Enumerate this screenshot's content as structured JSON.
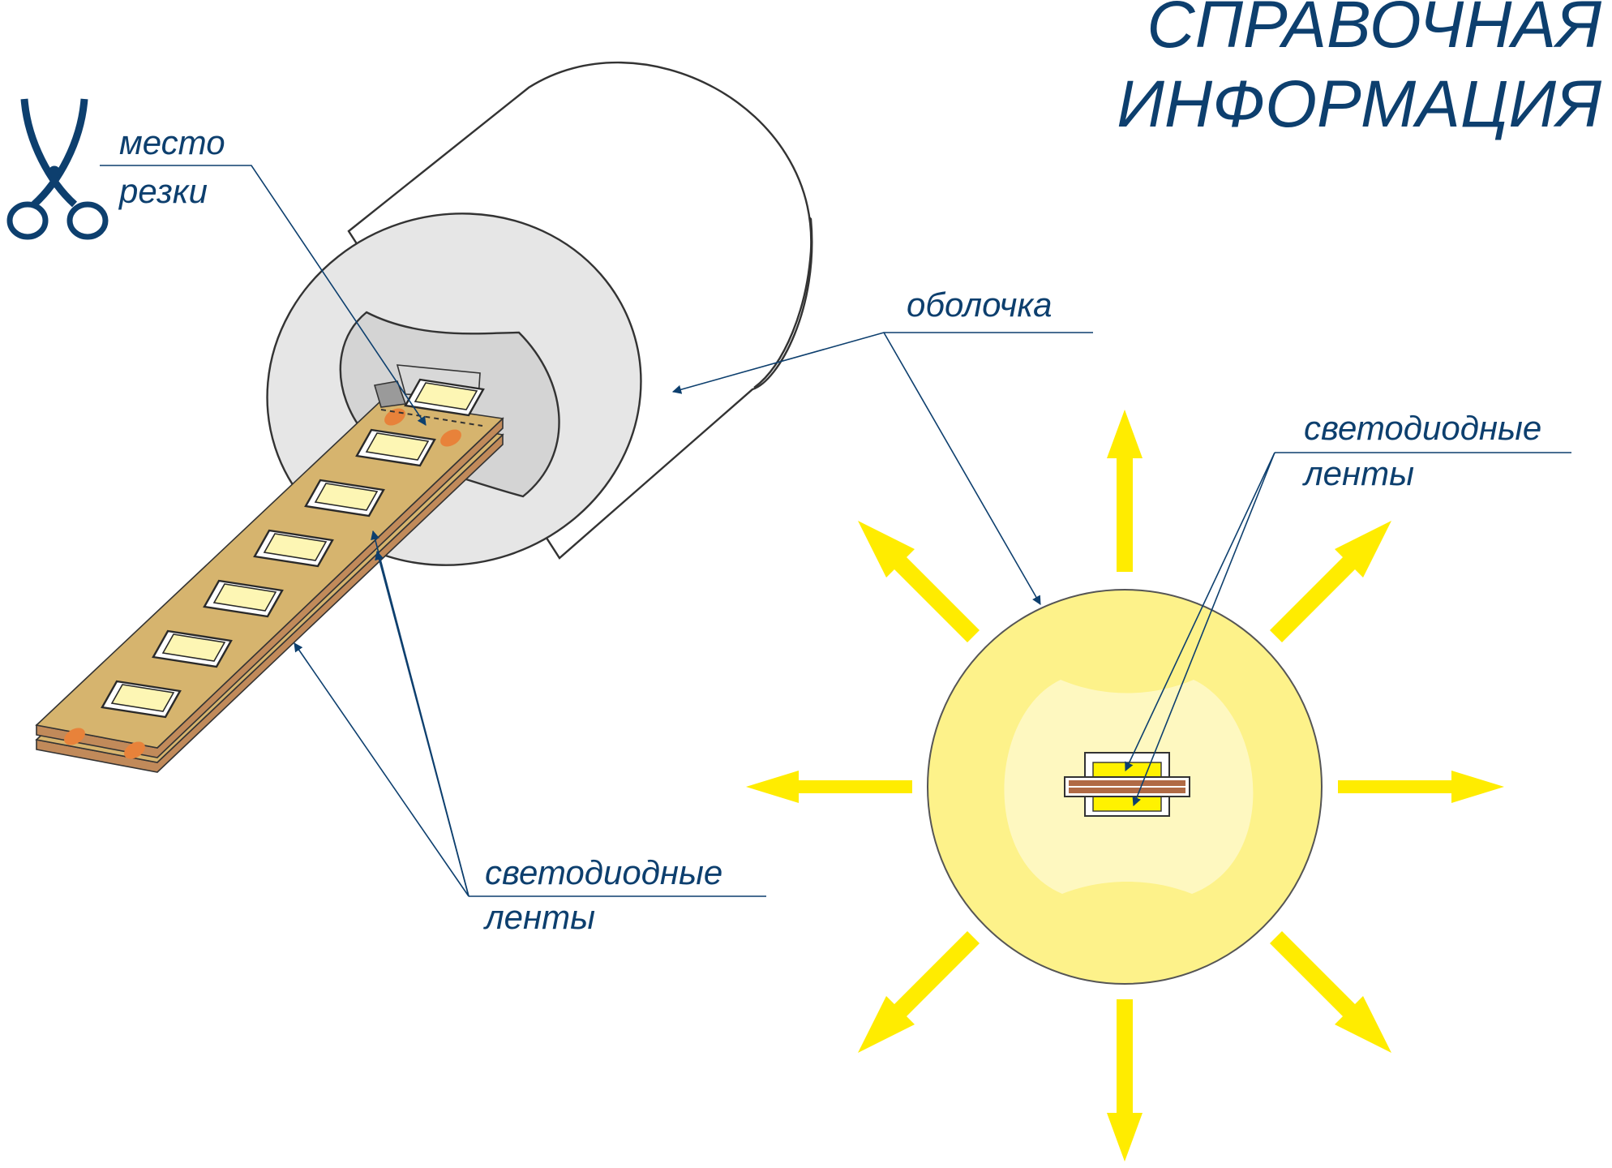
{
  "title": {
    "line1": "СПРАВОЧНАЯ",
    "line2": "ИНФОРМАЦИЯ"
  },
  "labels": {
    "cut_place_line1": "место",
    "cut_place_line2": "резки",
    "sheath": "оболочка",
    "led_strips_left_line1": "светодиодные",
    "led_strips_left_line2": "ленты",
    "led_strips_right_line1": "светодиодные",
    "led_strips_right_line2": "ленты"
  },
  "icons": {
    "cut": "scissors-icon"
  },
  "colors": {
    "text": "#0d3f6e",
    "sheath_fill": "#e6e6e6",
    "sheath_inner": "#d4d4d4",
    "strip_pcb": "#d6b46e",
    "strip_pcb_side": "#c18a5a",
    "solder_pad": "#e8823a",
    "led_chip": "#fdf6b4",
    "glow_outer": "#fdf28a",
    "glow_inner": "#fef8c0",
    "ray": "#ffec00"
  }
}
